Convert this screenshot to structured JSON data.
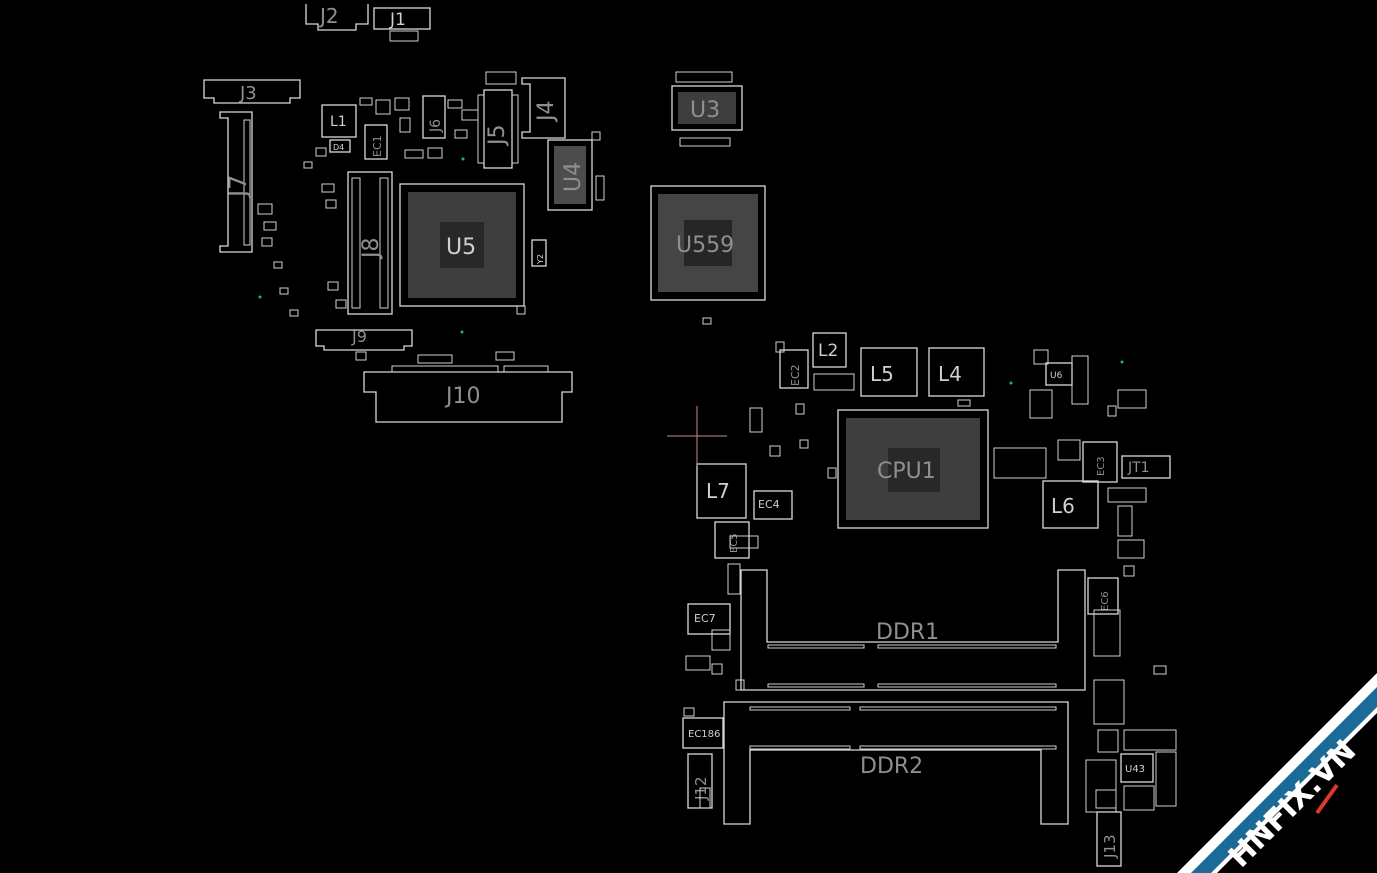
{
  "viewer": {
    "background": "#000000",
    "outline_color": "#d9d9d9",
    "label_color": "#8f8f8f",
    "crosshair_color": "#c98a8a"
  },
  "components": {
    "J1": "J1",
    "J2": "J2",
    "J3": "J3",
    "J4": "J4",
    "J5": "J5",
    "J6": "J6",
    "J7": "J7",
    "J8": "J8",
    "J9": "J9",
    "J10": "J10",
    "J12": "J12",
    "J13": "J13",
    "L1": "L1",
    "L2": "L2",
    "L4": "L4",
    "L5": "L5",
    "L6": "L6",
    "L7": "L7",
    "U3": "U3",
    "U4": "U4",
    "U5": "U5",
    "U6": "U6",
    "U43": "U43",
    "U559": "U559",
    "EC1": "EC1",
    "EC2": "EC2",
    "EC3": "EC3",
    "EC4": "EC4",
    "EC5": "EC5",
    "EC6": "EC6",
    "EC7": "EC7",
    "EC186": "EC186",
    "CPU1": "CPU1",
    "DDR1": "DDR1",
    "DDR2": "DDR2",
    "JT1": "JT1",
    "Y2": "Y2",
    "D4": "D4"
  },
  "watermark": {
    "text": "HNFIX.VN",
    "colors": {
      "band": "#1c6a96",
      "text": "#ffffff",
      "accent": "#d83a2e"
    }
  }
}
